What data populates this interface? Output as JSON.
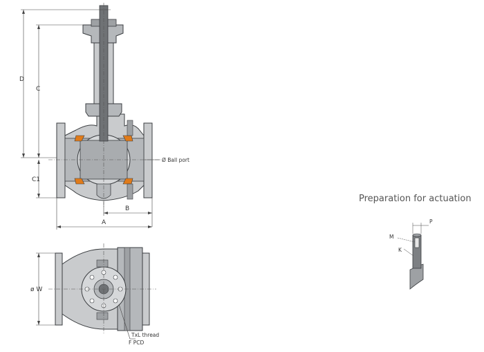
{
  "dimensions": {
    "d": "D",
    "c": "C",
    "c1": "C1",
    "b": "B",
    "a": "A",
    "ball_port": "Ø Ball port",
    "w": "ø W"
  },
  "notes": {
    "thread": "TxL thread",
    "pcd": "F PCD"
  },
  "actuation": {
    "title": "Preparation for actuation",
    "p": "P",
    "m": "M",
    "k": "K"
  },
  "colors": {
    "body": "#c9cbcd",
    "body_dark": "#9ea1a4",
    "stem": "#6f7275",
    "seal": "#e07b1a",
    "line": "#3a3d40",
    "centerline": "#555555"
  }
}
